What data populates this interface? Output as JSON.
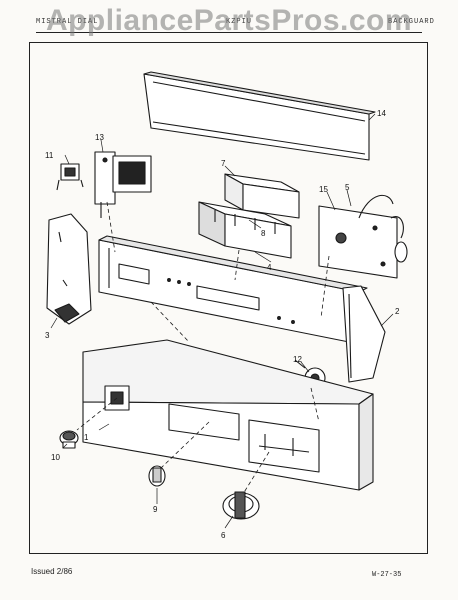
{
  "header": {
    "left": "MISTRAL DIAL",
    "middle": "KZPIU",
    "right": "BACKGUARD"
  },
  "watermark": "AppliancePartsPros.com",
  "callouts": [
    "1",
    "2",
    "3",
    "4",
    "5",
    "6",
    "7",
    "8",
    "9",
    "10",
    "11",
    "12",
    "13",
    "14",
    "15"
  ],
  "footer": {
    "left": "Issued 2/86",
    "right": "W-27-35"
  }
}
